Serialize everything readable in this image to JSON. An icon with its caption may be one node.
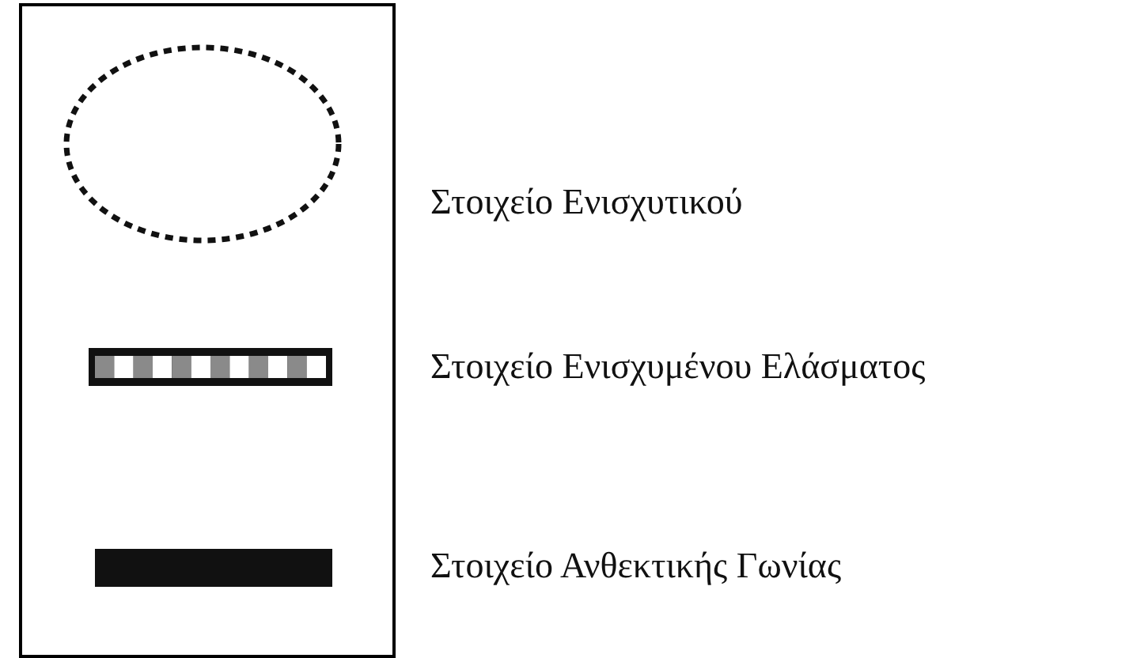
{
  "diagram": {
    "legend": [
      {
        "text": "Στοιχείο Ενισχυτικού"
      },
      {
        "text": "Στοιχείο Ενισχυμένου Ελάσματος"
      },
      {
        "text": "Στοιχείο Ανθεκτικής Γωνίας"
      }
    ]
  }
}
